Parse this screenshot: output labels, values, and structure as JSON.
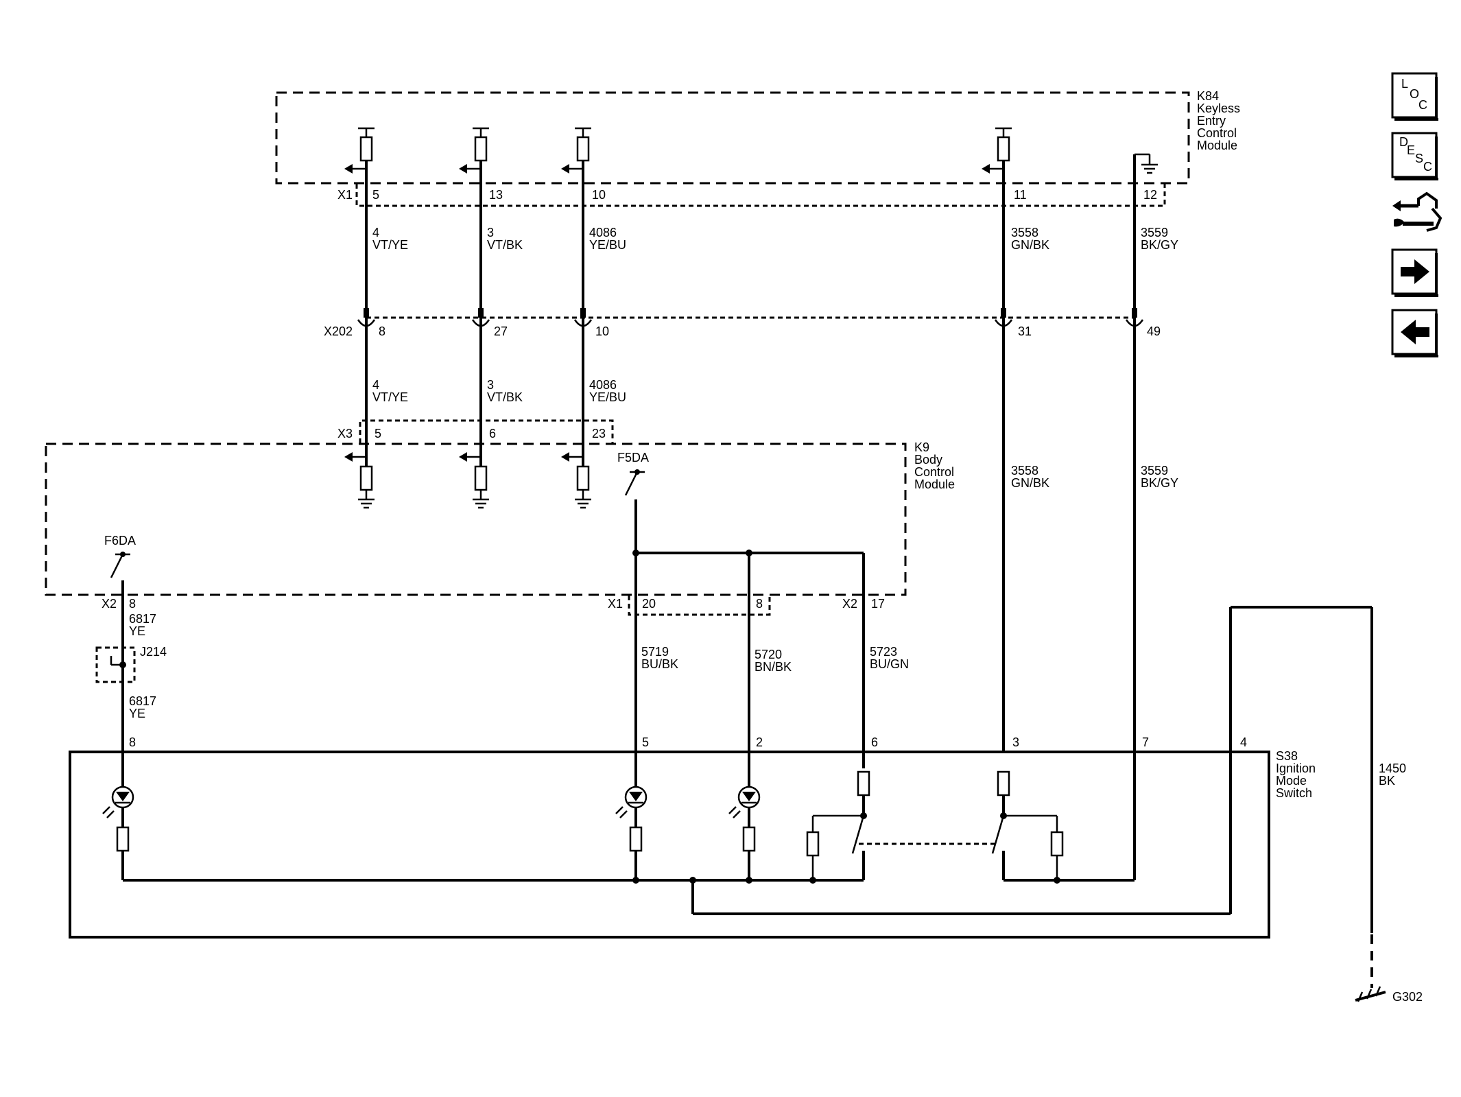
{
  "modules": {
    "k84": [
      "K84",
      "Keyless",
      "Entry",
      "Control",
      "Module"
    ],
    "k9": [
      "K9",
      "Body",
      "Control",
      "Module"
    ],
    "s38": [
      "S38",
      "Ignition",
      "Mode",
      "Switch"
    ]
  },
  "connectors": {
    "k84_x1": "X1",
    "x202": "X202",
    "k9_x3": "X3",
    "k9_x1": "X1",
    "k9_x2_left": "X2",
    "k9_x2_right": "X2"
  },
  "pins": {
    "k84": [
      "5",
      "13",
      "10",
      "11",
      "12"
    ],
    "x202": [
      "8",
      "27",
      "10",
      "31",
      "49"
    ],
    "k9_x3": [
      "5",
      "6",
      "23"
    ],
    "k9_lower": [
      "8",
      "20",
      "8",
      "17"
    ],
    "s38": [
      "8",
      "5",
      "2",
      "6",
      "3",
      "7",
      "4"
    ]
  },
  "wires": {
    "top": [
      {
        "circuit": "4",
        "color": "VT/YE"
      },
      {
        "circuit": "3",
        "color": "VT/BK"
      },
      {
        "circuit": "4086",
        "color": "YE/BU"
      },
      {
        "circuit": "3558",
        "color": "GN/BK"
      },
      {
        "circuit": "3559",
        "color": "BK/GY"
      }
    ],
    "mid": [
      {
        "circuit": "4",
        "color": "VT/YE"
      },
      {
        "circuit": "3",
        "color": "VT/BK"
      },
      {
        "circuit": "4086",
        "color": "YE/BU"
      },
      {
        "circuit": "3558",
        "color": "GN/BK"
      },
      {
        "circuit": "3559",
        "color": "BK/GY"
      }
    ],
    "lower": [
      {
        "circuit": "6817",
        "color": "YE"
      },
      {
        "circuit": "6817",
        "color": "YE"
      },
      {
        "circuit": "5719",
        "color": "BU/BK"
      },
      {
        "circuit": "5720",
        "color": "BN/BK"
      },
      {
        "circuit": "5723",
        "color": "BU/GN"
      },
      {
        "circuit": "1450",
        "color": "BK"
      }
    ]
  },
  "components": {
    "f5da": "F5DA",
    "f6da": "F6DA",
    "j214": "J214",
    "g302": "G302"
  },
  "nav": {
    "loc": [
      "L",
      "O",
      "C"
    ],
    "desc": [
      "D",
      "E",
      "S",
      "C"
    ]
  }
}
